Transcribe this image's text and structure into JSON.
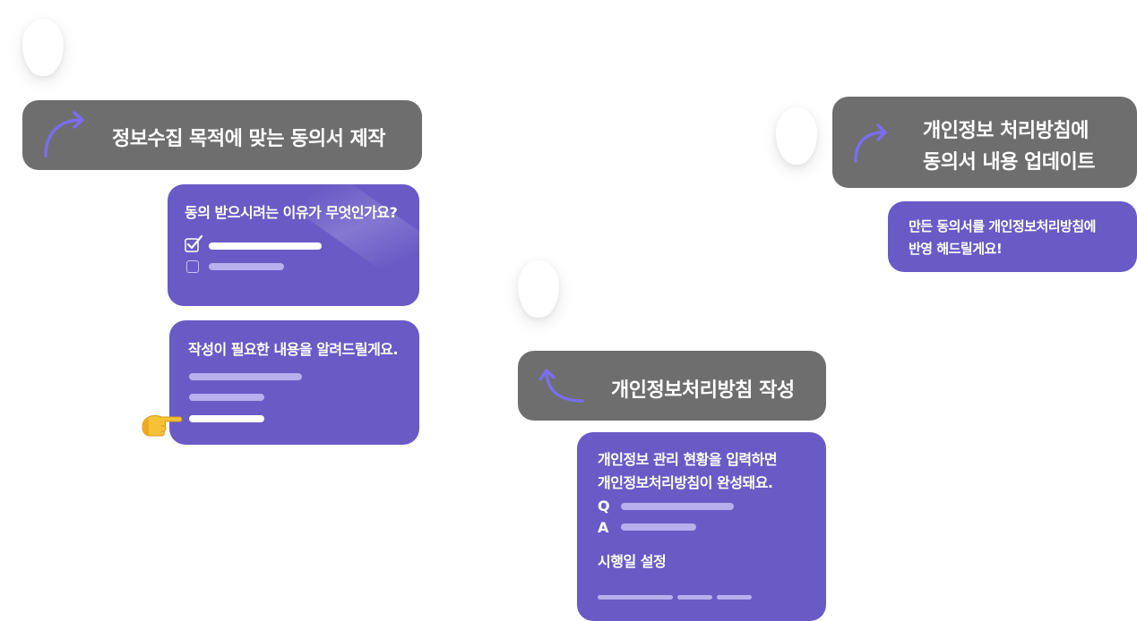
{
  "card_consent": {
    "title": "정보수집 목적에 맞는 동의서 제작"
  },
  "card_question": {
    "text": "동의 받으시려는 이유가 무엇인가요?"
  },
  "card_content": {
    "text": "작성이 필요한 내용을 알려드릴게요."
  },
  "card_update": {
    "title_line1": "개인정보 처리방침에",
    "title_line2": "동의서 내용 업데이트"
  },
  "card_reflect": {
    "line1": "만든 동의서를 개인정보처리방침에",
    "line2": "반영 해드릴게요!"
  },
  "card_policy": {
    "title": "개인정보처리방침 작성"
  },
  "card_status": {
    "line1": "개인정보 관리 현황을 입력하면",
    "line2": "개인정보처리방침이 완성돼요.",
    "q_label": "Q",
    "a_label": "A",
    "date_label": "시행일 설정"
  },
  "icons": {
    "arrow": "curved-arrow-icon",
    "pointer": "pointing-hand-icon",
    "check": "checkbox-checked-icon"
  },
  "colors": {
    "gray_card": "#6e6e6e",
    "purple_card": "#6a5ac6",
    "arrow_accent": "#7b6cf0"
  }
}
